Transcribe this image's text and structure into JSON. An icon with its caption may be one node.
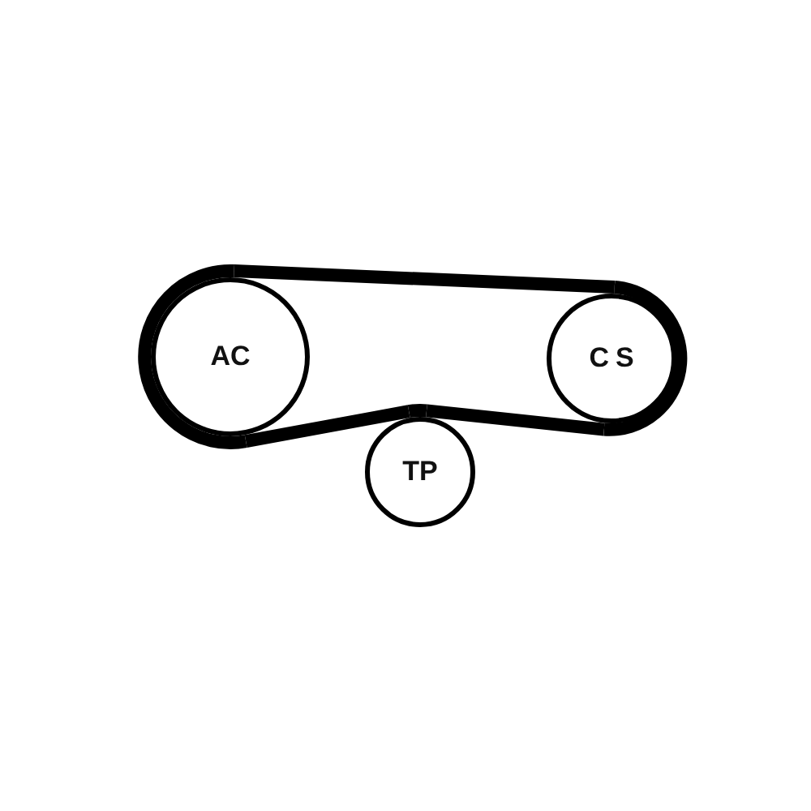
{
  "diagram": {
    "nodes": [
      {
        "text": [
          "AC"
        ]
      },
      {
        "text": [
          "CS"
        ]
      },
      {
        "text": [
          "TP"
        ]
      }
    ],
    "edges": [
      {
        "from": 0,
        "to": 1,
        "arrow": "none"
      },
      {
        "from": 0,
        "to": 2,
        "arrow": "none"
      },
      {
        "from": 2,
        "to": 1,
        "arrow": "none"
      }
    ]
  }
}
